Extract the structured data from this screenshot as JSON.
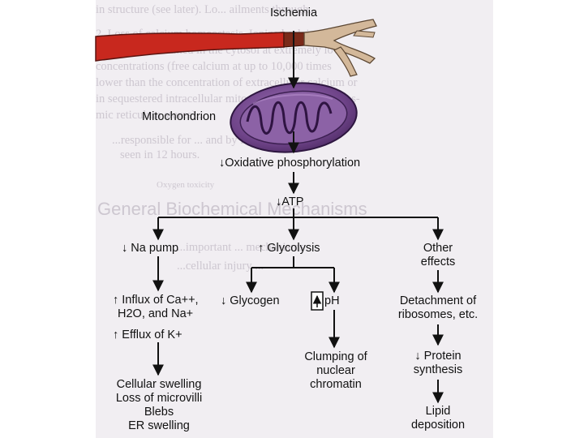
{
  "diagram": {
    "ischemia": "Ischemia",
    "mitochondrion": "Mitochondrion",
    "oxphos": "Oxidative phosphorylation",
    "atp": "ATP",
    "na_pump": "Na pump",
    "glycolysis": "Glycolysis",
    "other_effects": [
      "Other",
      "effects"
    ],
    "influx": [
      "Influx of Ca++,",
      "H2O, and Na+"
    ],
    "glycogen": "Glycogen",
    "ph": "pH",
    "detachment": [
      "Detachment of",
      "ribosomes, etc."
    ],
    "efflux": "Efflux of K+",
    "clumping": [
      "Clumping of",
      "nuclear",
      "chromatin"
    ],
    "protein_synthesis": [
      "Protein",
      "synthesis"
    ],
    "cellular": [
      "Cellular swelling",
      "Loss of microvilli",
      "Blebs",
      "ER swelling"
    ],
    "lipid": [
      "Lipid",
      "deposition"
    ],
    "down_arrow": "↓",
    "up_arrow": "↑"
  },
  "background_text": [
    "in structure (see later). Lo... ailments through...",
    "2. Loss of calcium homeostasis. Ionized calcium is",
    "normally maintained in the cytosol at extremely low",
    "concentrations (free calcium at up to 10,000 times",
    "lower than the concentration of extracellular calcium or",
    "in sequestered intracellular mitochondrial and endoplas-",
    "mic reticulum stores)...",
    "...responsible for ... and by light microscopy",
    "seen in 12 hours.",
    "Oxygen toxicity",
    "General Biochemical Mechanisms",
    "...important ... mechanisms",
    "...cellular injury ..."
  ],
  "colors": {
    "vessel_red": "#c8281e",
    "vessel_tan": "#d3b89a",
    "mito_purple": "#7a4d93",
    "line": "#111111"
  }
}
